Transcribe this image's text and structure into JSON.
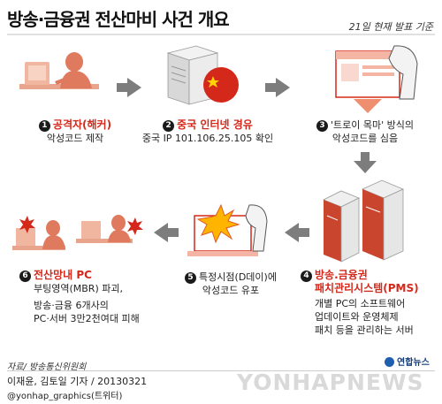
{
  "title": "방송·금융권 전산마비 사건 개요",
  "note": "21일 현재 발표 기준",
  "steps": [
    {
      "num": "1",
      "head": "공격자(해커)",
      "desc": [
        "악성코드 제작"
      ]
    },
    {
      "num": "2",
      "head": "중국 인터넷 경유",
      "desc": [
        "중국 IP 101.106.25.105 확인"
      ]
    },
    {
      "num": "3",
      "head": "",
      "desc": [
        "'트로이 목마' 방식의",
        "악성코드를 심음"
      ]
    },
    {
      "num": "4",
      "head": [
        "방송.금융권",
        "패치관리시스템(PMS)"
      ],
      "desc": [
        "개별 PC의 소프트웨어",
        "업데이트와 운영체제",
        "패치 등을 관리하는 서버"
      ]
    },
    {
      "num": "5",
      "head": "",
      "desc": [
        "특정시점(D데이)에",
        "악성코드 유포"
      ]
    },
    {
      "num": "6",
      "head": "전산망내 PC",
      "desc": [
        "부팅영역(MBR) 파괴,",
        "방송·금융 6개사의",
        "PC·서버 3만2천여대 피해"
      ]
    }
  ],
  "footer": {
    "source": "자료/ 방송통신위원회",
    "credit": "이재윤, 김토일 기자 / 20130321",
    "sns": "@yonhap_graphics(트위터)",
    "logo": "연합뉴스",
    "watermark": "YONHAPNEWS"
  },
  "colors": {
    "accent": "#d4281a",
    "arrow": "#7d7d7d",
    "server": "#e0e0e0",
    "server_red": "#c9452d"
  }
}
